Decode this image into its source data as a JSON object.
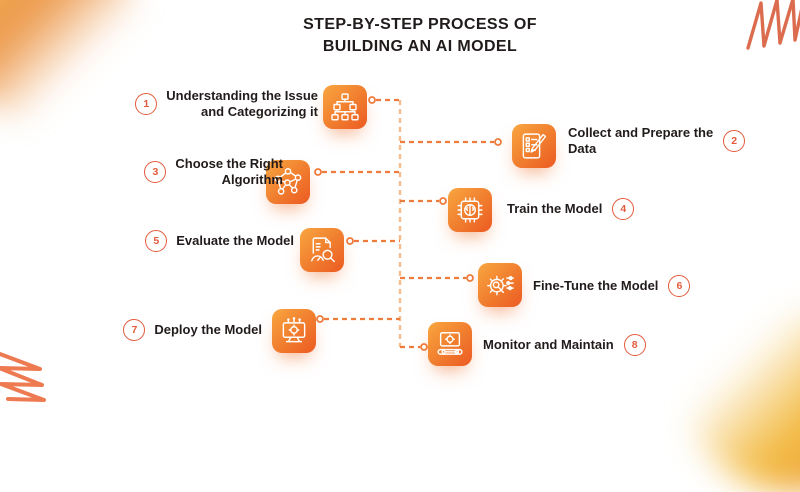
{
  "title": {
    "lines": [
      "STEP-BY-STEP PROCESS OF",
      "BUILDING AN AI MODEL"
    ]
  },
  "steps": [
    {
      "number": "1",
      "lines": [
        "Understanding the Issue",
        "and Categorizing it"
      ],
      "side": "left",
      "icon": "hierarchy-icon"
    },
    {
      "number": "2",
      "lines": [
        "Collect and Prepare the",
        "Data"
      ],
      "side": "right",
      "icon": "checklist-pen-icon"
    },
    {
      "number": "3",
      "lines": [
        "Choose the Right",
        "Algorithm"
      ],
      "side": "left",
      "icon": "network-nodes-icon"
    },
    {
      "number": "4",
      "lines": [
        "Train the Model"
      ],
      "side": "right",
      "icon": "chip-brain-icon"
    },
    {
      "number": "5",
      "lines": [
        "Evaluate the Model"
      ],
      "side": "left",
      "icon": "report-magnifier-icon"
    },
    {
      "number": "6",
      "lines": [
        "Fine-Tune the Model"
      ],
      "side": "right",
      "icon": "gear-tune-icon"
    },
    {
      "number": "7",
      "lines": [
        "Deploy the Model"
      ],
      "side": "left",
      "icon": "monitor-deploy-icon"
    },
    {
      "number": "8",
      "lines": [
        "Monitor and Maintain"
      ],
      "side": "right",
      "icon": "laptop-maintain-icon"
    }
  ],
  "colors": {
    "title_text": "#211b1b",
    "step_text": "#221b1b",
    "badge_accent": "#e25a3c",
    "connector_horizontal": "#ee7c3c",
    "connector_vertical": "#f6bc8e",
    "tile_gradient_start": "#f9a640",
    "tile_gradient_end": "#ec5a22",
    "scribble": "#e06a4a"
  }
}
